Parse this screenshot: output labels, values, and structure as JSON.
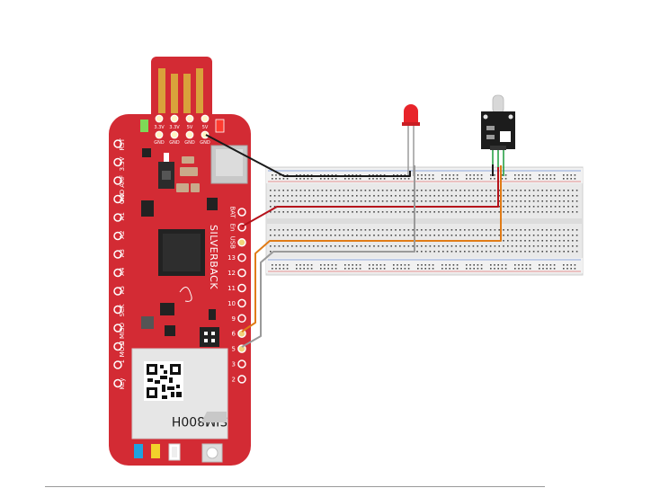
{
  "board": {
    "name": "SILVERBACK",
    "module_label": "SIM800H",
    "colors": {
      "pcb": "#d32b34",
      "usb_gold": "#d9a23b",
      "module": "#e6e6e6"
    },
    "top_pins": [
      {
        "label": "3.3V",
        "gnd": "GND"
      },
      {
        "label": "3.3V",
        "gnd": "GND"
      },
      {
        "label": "5V",
        "gnd": "GND"
      },
      {
        "label": "5V",
        "gnd": "GND"
      }
    ],
    "left_pins": [
      "RST",
      "3.3V",
      "GND ARF",
      "A0",
      "A1",
      "A2",
      "A3",
      "A4",
      "A5",
      "SCK",
      "MOSI MISO",
      "0",
      "1",
      "Key"
    ],
    "right_pins": [
      "BAT",
      "En",
      "USB",
      "13",
      "12",
      "11",
      "10",
      "9",
      "6",
      "5",
      "3",
      "2"
    ]
  },
  "wires": {
    "colors": {
      "black": "#1a1a1a",
      "red": "#b5121b",
      "orange": "#e07b16",
      "grey": "#9a9a9a"
    }
  },
  "components": {
    "led_color": "#e8242a",
    "sensor_color": "#1c1c1c"
  }
}
